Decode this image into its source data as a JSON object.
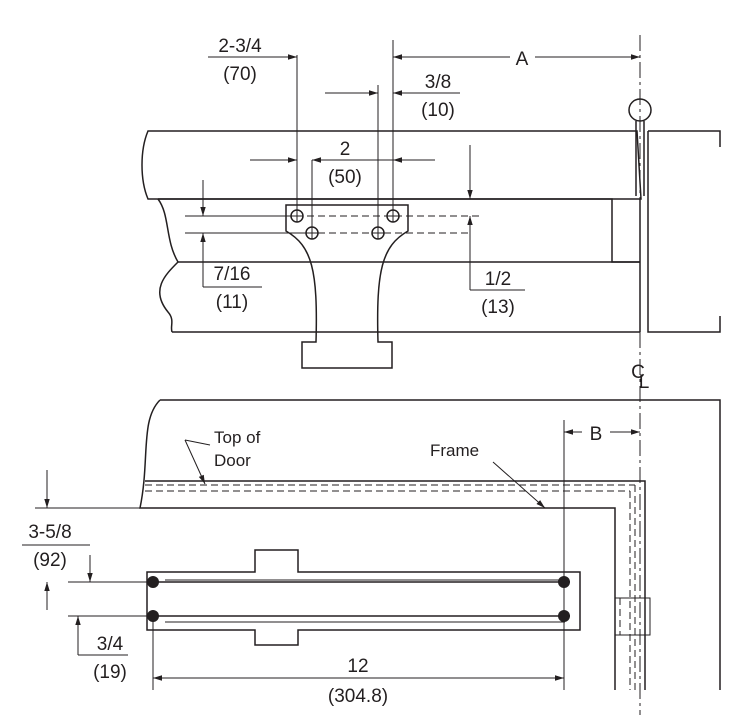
{
  "labels": {
    "dim_2_3_4": "2-3/4",
    "dim_70": "(70)",
    "dim_A": "A",
    "dim_3_8": "3/8",
    "dim_10": "(10)",
    "dim_2": "2",
    "dim_50": "(50)",
    "dim_7_16": "7/16",
    "dim_11": "(11)",
    "dim_1_2": "1/2",
    "dim_13": "(13)",
    "centerline_C": "C",
    "centerline_L": "L",
    "dim_B": "B",
    "top_of_door_1": "Top of",
    "top_of_door_2": "Door",
    "frame": "Frame",
    "dim_3_5_8": "3-5/8",
    "dim_92": "(92)",
    "dim_3_4": "3/4",
    "dim_19": "(19)",
    "dim_12": "12",
    "dim_304_8": "(304.8)"
  },
  "colors": {
    "ink": "#231f20",
    "background": "#ffffff"
  }
}
